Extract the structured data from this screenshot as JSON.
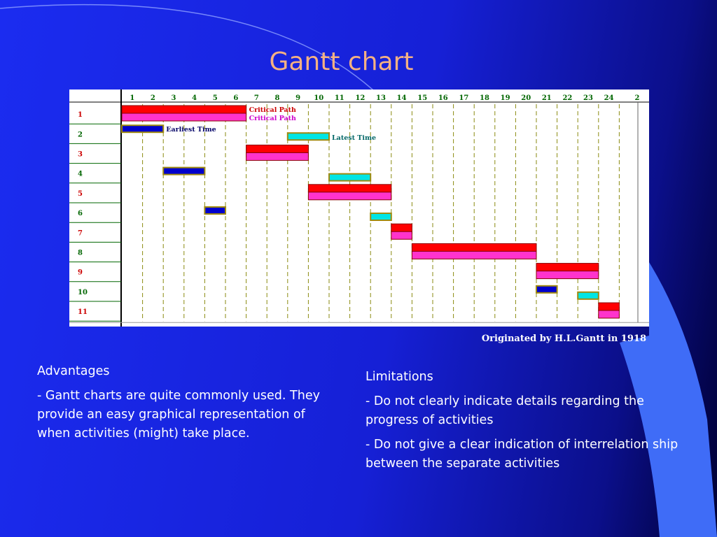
{
  "slide": {
    "title": "Gantt chart",
    "source_note": "Originated by H.L.Gantt in 1918",
    "advantages": {
      "heading": "Advantages",
      "items": [
        "- Gantt charts are quite commonly used. They provide an easy graphical representation of when activities (might) take place."
      ]
    },
    "limitations": {
      "heading": "Limitations",
      "items": [
        "-  Do not clearly indicate  details regarding the progress of activities",
        "-  Do not give a clear indication of interrelation ship between the separate activities"
      ]
    }
  },
  "colors": {
    "background": "#1620d6",
    "accent_shape": "#3f6cf7",
    "title": "#f4b183",
    "critical_path": "#ff0000",
    "critical_path_2": "#ff33cc",
    "earliest_time": "#0000cc",
    "latest_time": "#00e5e5",
    "bar_border": "#a08a10",
    "week_number": "#006600",
    "task_number_odd": "#cc0000",
    "task_number_even": "#006600"
  },
  "chart_data": {
    "type": "gantt",
    "x_ticks": [
      "1",
      "2",
      "3",
      "4",
      "5",
      "6",
      "7",
      "8",
      "9",
      "10",
      "11",
      "12",
      "13",
      "14",
      "15",
      "16",
      "17",
      "18",
      "19",
      "20",
      "21",
      "22",
      "23",
      "24",
      "2"
    ],
    "x_range": [
      0,
      25
    ],
    "grid": "dashed vertical",
    "rows": [
      "1",
      "2",
      "3",
      "4",
      "5",
      "6",
      "7",
      "8",
      "9",
      "10",
      "11"
    ],
    "annotations": [
      {
        "text": "Critical Path",
        "row": 1,
        "lane": "top",
        "at": 6,
        "color": "#cc0000"
      },
      {
        "text": "Critical Path",
        "row": 1,
        "lane": "bottom",
        "at": 6,
        "color": "#cc00cc"
      },
      {
        "text": "Earliest Time",
        "row": 2,
        "lane": "top",
        "at": 2,
        "color": "#000066"
      },
      {
        "text": "Latest Time",
        "row": 2,
        "lane": "bottom",
        "at": 10,
        "color": "#006666"
      }
    ],
    "bars": [
      {
        "row": 1,
        "lane": "top",
        "kind": "critical",
        "start": 0,
        "end": 6
      },
      {
        "row": 1,
        "lane": "bottom",
        "kind": "critical2",
        "start": 0,
        "end": 6
      },
      {
        "row": 2,
        "lane": "top",
        "kind": "earliest",
        "start": 0,
        "end": 2
      },
      {
        "row": 2,
        "lane": "bottom",
        "kind": "latest",
        "start": 8,
        "end": 10
      },
      {
        "row": 3,
        "lane": "top",
        "kind": "critical",
        "start": 6,
        "end": 9
      },
      {
        "row": 3,
        "lane": "bottom",
        "kind": "critical2",
        "start": 6,
        "end": 9
      },
      {
        "row": 4,
        "lane": "top",
        "kind": "earliest",
        "start": 2,
        "end": 4
      },
      {
        "row": 4,
        "lane": "bottom",
        "kind": "latest",
        "start": 10,
        "end": 12
      },
      {
        "row": 5,
        "lane": "top",
        "kind": "critical",
        "start": 9,
        "end": 13
      },
      {
        "row": 5,
        "lane": "bottom",
        "kind": "critical2",
        "start": 9,
        "end": 13
      },
      {
        "row": 6,
        "lane": "top",
        "kind": "earliest",
        "start": 4,
        "end": 5
      },
      {
        "row": 6,
        "lane": "bottom",
        "kind": "latest",
        "start": 12,
        "end": 13
      },
      {
        "row": 7,
        "lane": "top",
        "kind": "critical",
        "start": 13,
        "end": 14
      },
      {
        "row": 7,
        "lane": "bottom",
        "kind": "critical2",
        "start": 13,
        "end": 14
      },
      {
        "row": 8,
        "lane": "top",
        "kind": "critical",
        "start": 14,
        "end": 20
      },
      {
        "row": 8,
        "lane": "bottom",
        "kind": "critical2",
        "start": 14,
        "end": 20
      },
      {
        "row": 9,
        "lane": "top",
        "kind": "critical",
        "start": 20,
        "end": 23
      },
      {
        "row": 9,
        "lane": "bottom",
        "kind": "critical2",
        "start": 20,
        "end": 23
      },
      {
        "row": 10,
        "lane": "top",
        "kind": "earliest",
        "start": 20,
        "end": 21
      },
      {
        "row": 10,
        "lane": "bottom",
        "kind": "latest",
        "start": 22,
        "end": 23
      },
      {
        "row": 11,
        "lane": "top",
        "kind": "critical",
        "start": 23,
        "end": 24
      },
      {
        "row": 11,
        "lane": "bottom",
        "kind": "critical2",
        "start": 23,
        "end": 24
      }
    ]
  }
}
